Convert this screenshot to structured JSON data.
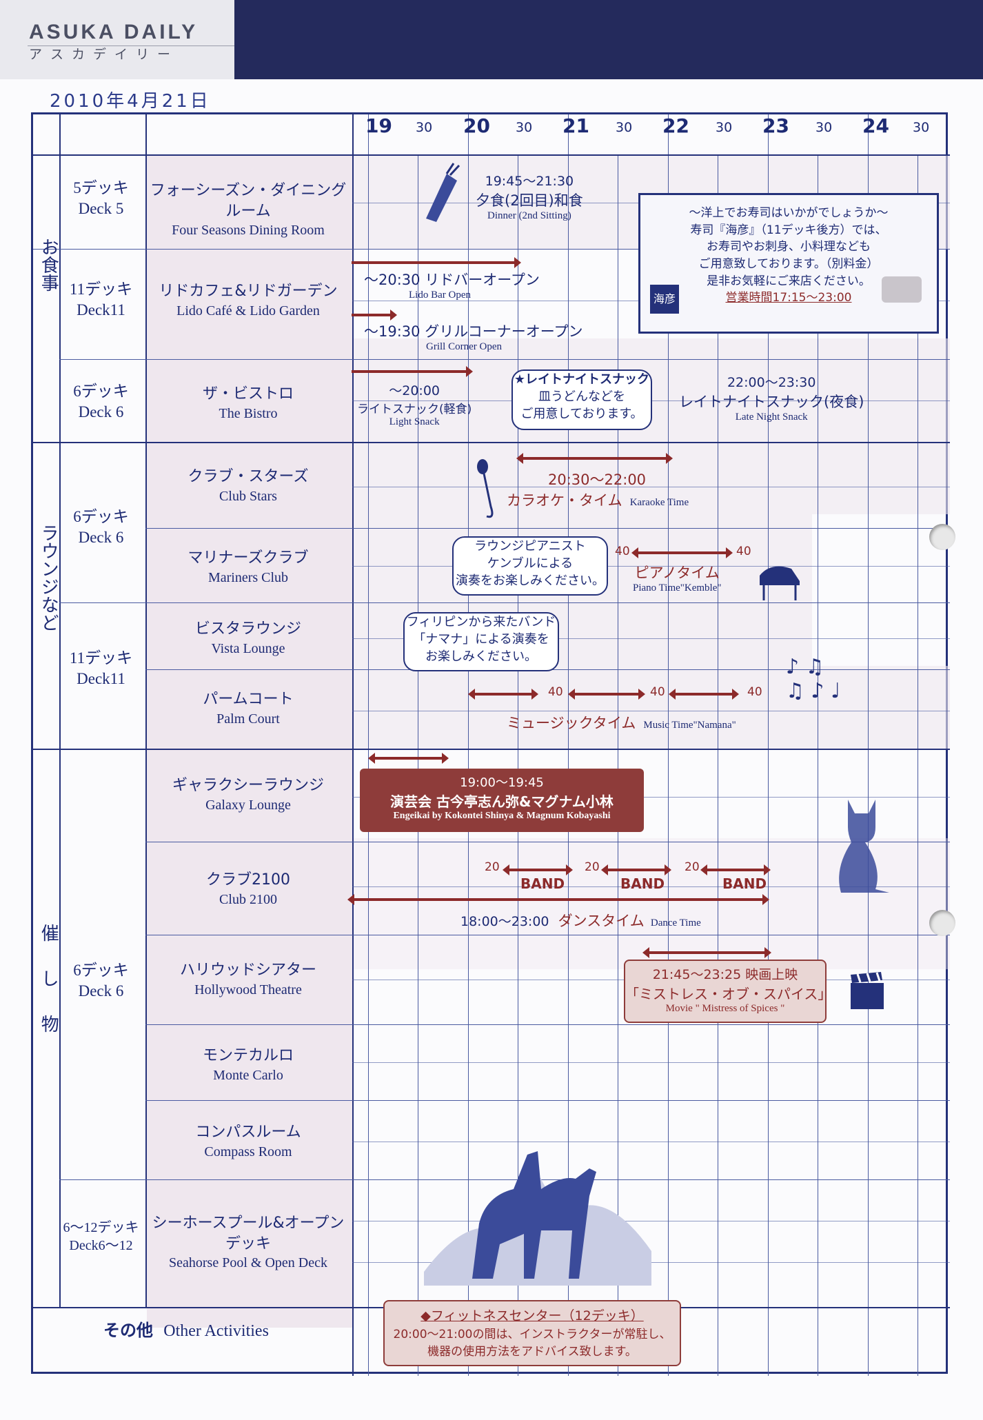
{
  "masthead": {
    "title": "ASUKA DAILY",
    "subtitle": "アスカデイリー"
  },
  "date": "2010年4月21日",
  "timeline": {
    "hours": [
      "19",
      "20",
      "21",
      "22",
      "23",
      "24"
    ],
    "half": "30"
  },
  "sections": {
    "dining": "お食事",
    "lounge": "ラウンジなど",
    "events": "催し物"
  },
  "decks": [
    {
      "ja": "5デッキ",
      "en": "Deck 5"
    },
    {
      "ja": "11デッキ",
      "en": "Deck11"
    },
    {
      "ja": "6デッキ",
      "en": "Deck 6"
    },
    {
      "ja": "6デッキ",
      "en": "Deck 6"
    },
    {
      "ja": "11デッキ",
      "en": "Deck11"
    },
    {
      "ja": "6デッキ",
      "en": "Deck 6"
    },
    {
      "ja": "6〜12デッキ",
      "en": "Deck6〜12"
    }
  ],
  "venues": [
    {
      "ja": "フォーシーズン・ダイニングルーム",
      "en": "Four Seasons Dining Room"
    },
    {
      "ja": "リドカフェ&リドガーデン",
      "en": "Lido Café & Lido Garden"
    },
    {
      "ja": "ザ・ビストロ",
      "en": "The Bistro"
    },
    {
      "ja": "クラブ・スターズ",
      "en": "Club Stars"
    },
    {
      "ja": "マリナーズクラブ",
      "en": "Mariners Club"
    },
    {
      "ja": "ビスタラウンジ",
      "en": "Vista Lounge"
    },
    {
      "ja": "パームコート",
      "en": "Palm Court"
    },
    {
      "ja": "ギャラクシーラウンジ",
      "en": "Galaxy Lounge"
    },
    {
      "ja": "クラブ2100",
      "en": "Club 2100"
    },
    {
      "ja": "ハリウッドシアター",
      "en": "Hollywood Theatre"
    },
    {
      "ja": "モンテカルロ",
      "en": "Monte Carlo"
    },
    {
      "ja": "コンパスルーム",
      "en": "Compass Room"
    },
    {
      "ja": "シーホースプール&オープンデッキ",
      "en": "Seahorse Pool & Open Deck"
    }
  ],
  "other": {
    "ja": "その他",
    "en": "Other Activities"
  },
  "events": {
    "dinner": {
      "time": "19:45〜21:30",
      "ja": "夕食(2回目)和食",
      "en": "Dinner (2nd Sitting)"
    },
    "sushi_ad": {
      "lines": [
        "〜洋上でお寿司はいかがでしょうか〜",
        "寿司『海彦』（11デッキ後方）では、",
        "お寿司やお刺身、小料理なども",
        "ご用意致しております。（別料金）",
        "是非お気軽にご来店ください。"
      ],
      "hours": "営業時間17:15〜23:00",
      "logo": "海彦"
    },
    "lido_bar": {
      "ja": "〜20:30 リドバーオープン",
      "en": "Lido Bar Open"
    },
    "grill": {
      "ja": "〜19:30 グリルコーナーオープン",
      "en": "Grill Corner Open"
    },
    "bistro_light": {
      "time": "〜20:00",
      "ja": "ライトスナック(軽食)",
      "en": "Light Snack"
    },
    "late_bubble": {
      "lines": [
        "★レイトナイトスナック",
        "皿うどんなどを",
        "ご用意しております。"
      ]
    },
    "late_snack": {
      "time": "22:00〜23:30",
      "ja": "レイトナイトスナック(夜食)",
      "en": "Late Night Snack"
    },
    "karaoke": {
      "time": "20:30〜22:00",
      "ja": "カラオケ・タイム",
      "en": "Karaoke Time"
    },
    "piano_bubble": {
      "lines": [
        "ラウンジピアニスト",
        "ケンブルによる",
        "演奏をお楽しみください。"
      ]
    },
    "piano": {
      "ja": "ピアノタイム",
      "en": "Piano Time\"Kemble\"",
      "marks": [
        "40",
        "40"
      ]
    },
    "band_bubble": {
      "lines": [
        "フィリピンから来たバンド",
        "「ナマナ」による演奏を",
        "お楽しみください。"
      ]
    },
    "music": {
      "ja": "ミュージックタイム",
      "en": "Music Time\"Namana\"",
      "marks": [
        "40",
        "40",
        "40"
      ]
    },
    "engeikai": {
      "time": "19:00〜19:45",
      "ja": "演芸会 古今亭志ん弥&マグナム小林",
      "en": "Engeikai by Kokontei Shinya & Magnum Kobayashi"
    },
    "band": {
      "label": "BAND",
      "marks": [
        "20",
        "20",
        "20"
      ]
    },
    "dance": {
      "time": "18:00〜23:00",
      "ja": "ダンスタイム",
      "en": "Dance Time"
    },
    "movie": {
      "time": "21:45〜23:25 映画上映",
      "ja": "「ミストレス・オブ・スパイス」",
      "en": "Movie \" Mistress of Spices \""
    },
    "fitness": {
      "title": "◆フィットネスセンター（12デッキ）",
      "lines": [
        "20:00〜21:00の間は、インストラクターが常駐し、",
        "機器の使用方法をアドバイス致します。"
      ]
    }
  },
  "colors": {
    "navy": "#24317a",
    "maroon": "#8c2a2a",
    "shade": "#efe7ee"
  }
}
